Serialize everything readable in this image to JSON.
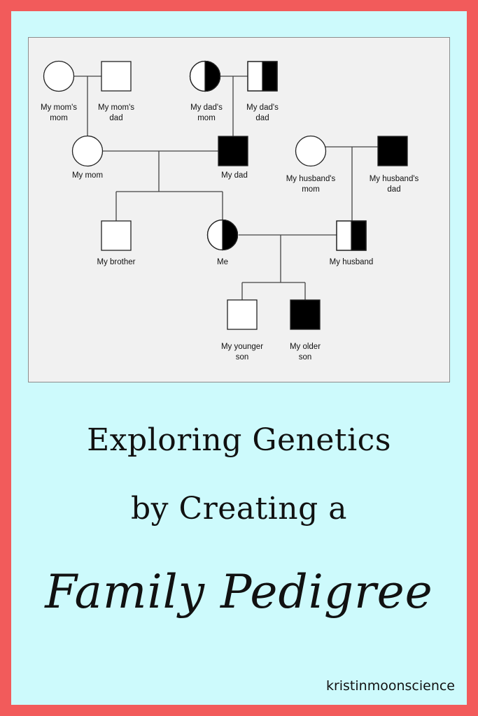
{
  "pedigree": {
    "labels": {
      "moms_mom": "My mom's\nmom",
      "moms_dad": "My mom's\ndad",
      "dads_mom": "My dad's\nmom",
      "dads_dad": "My dad's\ndad",
      "mom": "My mom",
      "dad": "My dad",
      "husbands_mom": "My husband's\nmom",
      "husbands_dad": "My husband's\ndad",
      "brother": "My brother",
      "me": "Me",
      "husband": "My husband",
      "younger_son": "My younger\nson",
      "older_son": "My older\nson"
    },
    "colors": {
      "affected": "#000000",
      "unaffected": "#ffffff",
      "line": "#444444"
    }
  },
  "title": {
    "line1": "Exploring Genetics",
    "line2": "by Creating a",
    "line3": "Family Pedigree"
  },
  "footer": "kristinmoonscience"
}
